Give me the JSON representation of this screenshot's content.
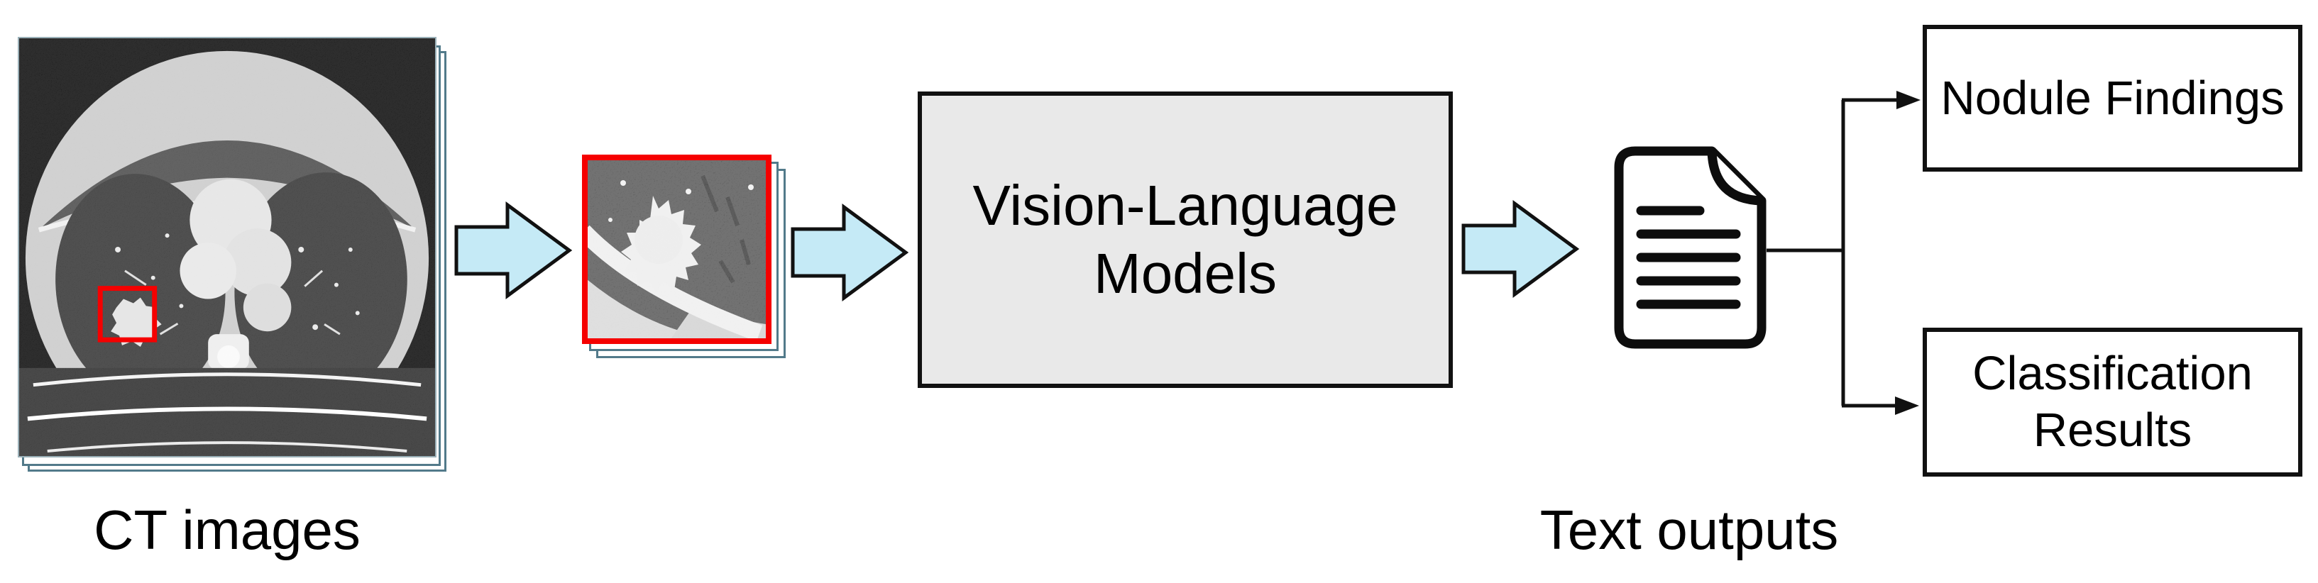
{
  "diagram": {
    "ct_caption": "CT images",
    "outputs_caption": "Text outputs",
    "vlm": {
      "line1": "Vision-Language",
      "line2": "Models"
    },
    "nodule_box_label": "Nodule Findings",
    "classification_box": {
      "line1": "Classification",
      "line2": "Results"
    },
    "colors": {
      "arrow_fill": "#c5eaf6",
      "vlm_fill": "#e9e9e9",
      "outline": "#111111",
      "highlight_red": "#f50000",
      "sheet_edge": "#527a8a"
    }
  }
}
